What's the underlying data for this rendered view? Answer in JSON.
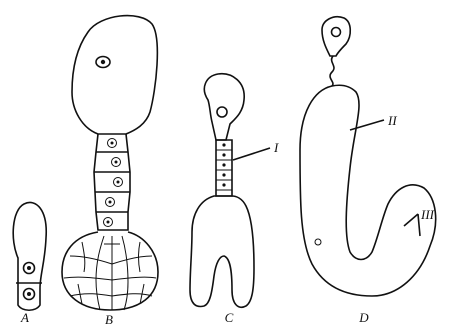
{
  "figure": {
    "panel_labels": {
      "a": "A",
      "b": "B",
      "c": "C",
      "d": "D"
    },
    "part_labels": {
      "one": "I",
      "two": "II",
      "three": "III"
    }
  }
}
